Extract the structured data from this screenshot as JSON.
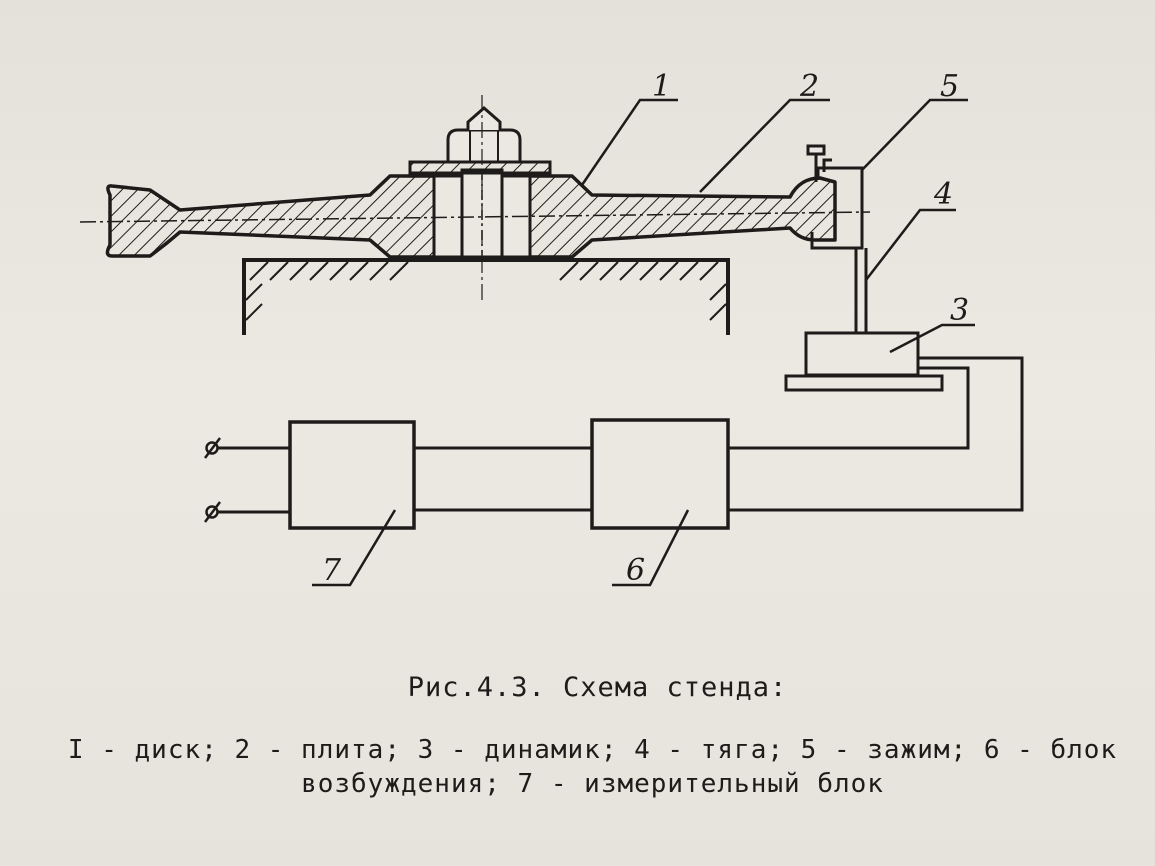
{
  "figure": {
    "labels": {
      "disc": "1",
      "plate": "2",
      "speaker": "3",
      "rod": "4",
      "clamp": "5",
      "excitation_block": "6",
      "measuring_block": "7"
    },
    "caption": {
      "title": "Рис.4.3. Схема стенда:",
      "legend": "I - диск; 2 - плита; 3 - динамик; 4 - тяга; 5 - зажим; 6 - блок возбуждения;  7 - измерительный блок"
    }
  },
  "colors": {
    "ink": "#1e1c1a",
    "paper": "#e9e6df"
  }
}
